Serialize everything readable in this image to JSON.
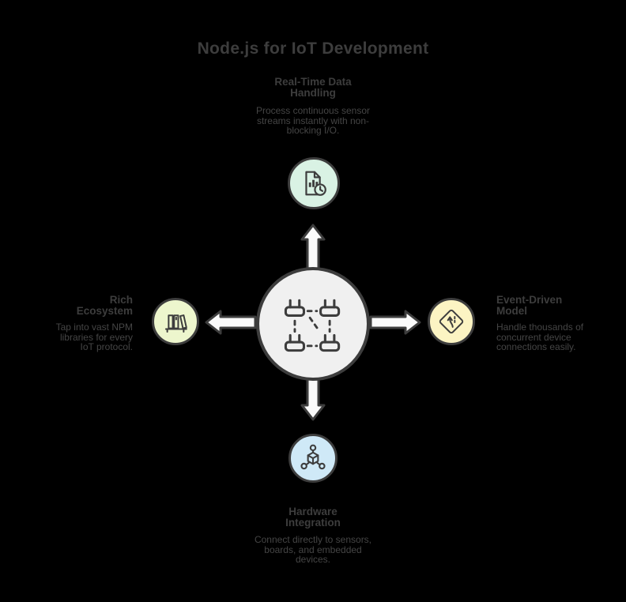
{
  "title": "Node.js for IoT Development",
  "colors": {
    "background": "#000000",
    "text": "#3d3d3d",
    "desc_text": "#454545",
    "outline": "#3d3d3d",
    "center_fill": "#f0f0f0",
    "arrow_fill": "#fafafa",
    "top_circle": "#d9f2e4",
    "left_circle": "#edf6cd",
    "right_circle": "#fcf4c3",
    "bottom_circle": "#cfe9f7"
  },
  "center": {
    "icon": "connected-devices"
  },
  "nodes": {
    "top": {
      "icon": "report-with-clock",
      "label_lines": [
        "Real-Time Data",
        "Handling"
      ],
      "desc_lines": [
        "Process continuous sensor",
        "streams instantly with non-",
        "blocking I/O."
      ]
    },
    "left": {
      "icon": "bookshelf",
      "label_lines": [
        "Rich",
        "Ecosystem"
      ],
      "desc_lines": [
        "Tap into vast NPM",
        "libraries for every",
        "IoT protocol."
      ]
    },
    "right": {
      "icon": "merge-road-sign",
      "label_lines": [
        "Event-Driven",
        "Model"
      ],
      "desc_lines": [
        "Handle thousands of",
        "concurrent device",
        "connections easily."
      ]
    },
    "bottom": {
      "icon": "cube-molecule",
      "label_lines": [
        "Hardware",
        "Integration"
      ],
      "desc_lines": [
        "Connect directly to sensors,",
        "boards, and embedded",
        "devices."
      ]
    }
  }
}
